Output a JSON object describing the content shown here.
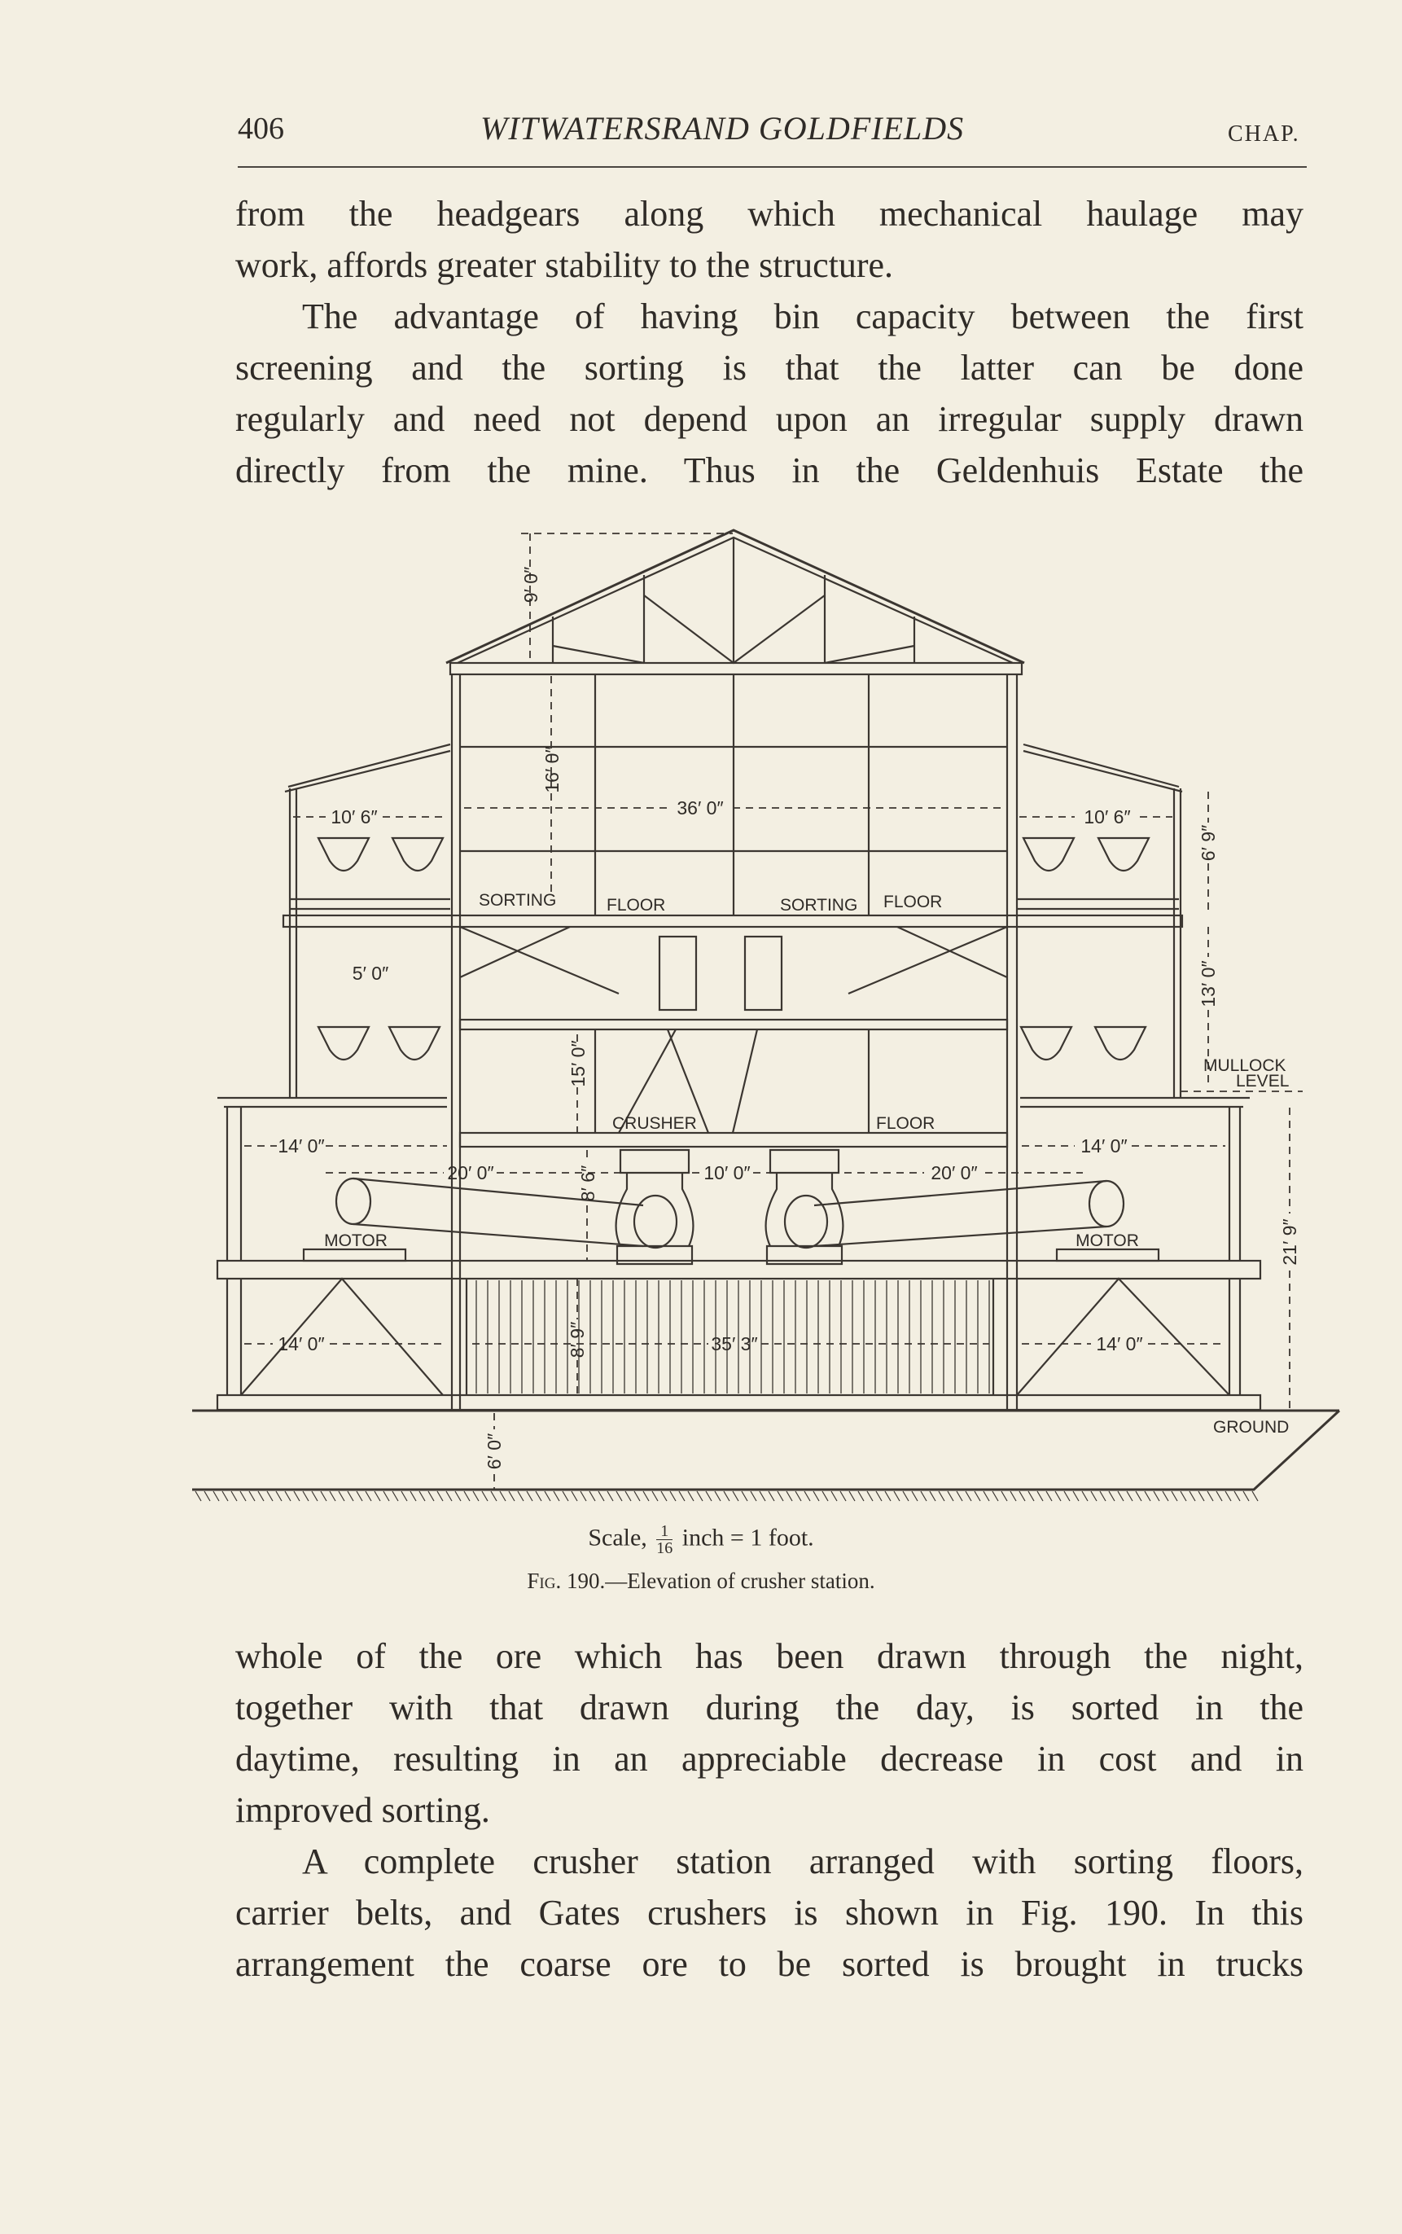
{
  "header": {
    "page_number": "406",
    "running_title": "WITWATERSRAND GOLDFIELDS",
    "chapter_label": "CHAP."
  },
  "body_top": [
    "from the headgears along which mechanical haulage may",
    "work, affords greater stability to the structure.",
    "The advantage of having bin capacity between the first",
    "screening and the sorting is that the latter can be done",
    "regularly and need not depend upon an irregular supply drawn",
    "directly from the mine.  Thus in the Geldenhuis Estate the"
  ],
  "figure": {
    "labels": {
      "roof_height": "9′ 0″",
      "upper_height": "16′ 0″",
      "center_width": "36′ 0″",
      "wing_left_width": "10′ 6″",
      "wing_right_width": "10′ 6″",
      "right_upper_height": "6′ 9″",
      "right_mid_height": "13′ 0″",
      "mullock": "MULLOCK",
      "level": "LEVEL",
      "sorting_left": "SORTING",
      "floor_left": "FLOOR",
      "sorting_right": "SORTING",
      "floor_right": "FLOOR",
      "bin_spacing": "5′ 0″",
      "mid_height": "15′ 0″",
      "crusher": "CRUSHER",
      "crusher_floor": "FLOOR",
      "motor_left_width": "14′ 0″",
      "motor_right_width": "14′ 0″",
      "belt_left": "20′ 0″",
      "crusher_spacing": "10′ 0″",
      "belt_right": "20′ 0″",
      "crusher_height": "8′ 6″",
      "motor_left": "MOTOR",
      "motor_right": "MOTOR",
      "base_height": "8′ 9″",
      "base_width": "35′ 3″",
      "base_left_width": "14′ 0″",
      "base_right_width": "14′ 0″",
      "foundation_depth": "6′ 0″",
      "right_lower_height": "21′ 9″",
      "ground": "GROUND"
    },
    "scale_prefix": "Scale,",
    "scale_num": "1",
    "scale_den": "16",
    "scale_suffix": "inch = 1 foot.",
    "caption_fig": "Fig. 190.",
    "caption_text": "—Elevation of crusher station."
  },
  "body_bottom": [
    "whole of the ore which has been drawn through the night,",
    "together with that drawn during the day, is sorted in the",
    "daytime, resulting in an appreciable decrease in cost and in",
    "improved sorting.",
    "A complete crusher station arranged with sorting floors,",
    "carrier belts, and Gates crushers is shown in Fig. 190.  In this",
    "arrangement the coarse ore to be sorted is brought in trucks"
  ]
}
